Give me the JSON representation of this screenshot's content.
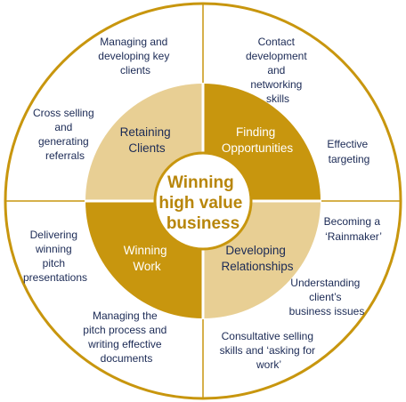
{
  "colors": {
    "gold": "#C8960E",
    "light_gold": "#E8CF94",
    "outer_ring": "#C8960E",
    "dark_text": "#1B2A55",
    "center_text": "#B8860B",
    "white": "#FFFFFF"
  },
  "center": {
    "lines": [
      "Winning",
      "high value",
      "business"
    ]
  },
  "quadrants": {
    "top_left": {
      "label_lines": [
        "Retaining",
        "Clients"
      ]
    },
    "top_right": {
      "label_lines": [
        "Finding",
        "Opportunities"
      ]
    },
    "bottom_left": {
      "label_lines": [
        "Winning",
        "Work"
      ]
    },
    "bottom_right": {
      "label_lines": [
        "Developing",
        "Relationships"
      ]
    }
  },
  "outer_items": {
    "managing_key_clients": [
      "Managing and",
      "developing key",
      "clients"
    ],
    "cross_selling": [
      "Cross selling",
      "and",
      "generating",
      "referrals"
    ],
    "contact_development": [
      "Contact",
      "development",
      "and",
      "networking",
      "skills"
    ],
    "effective_targeting": [
      "Effective",
      "targeting"
    ],
    "delivering_pitch": [
      "Delivering",
      "winning",
      "pitch",
      "presentations"
    ],
    "managing_pitch": [
      "Managing the",
      "pitch process and",
      "writing effective",
      "documents"
    ],
    "rainmaker": [
      "Becoming a",
      "‘Rainmaker’"
    ],
    "understanding": [
      "Understanding",
      "client’s",
      "business issues"
    ],
    "consultative": [
      "Consultative selling",
      "skills and ‘asking for",
      "work’"
    ]
  }
}
